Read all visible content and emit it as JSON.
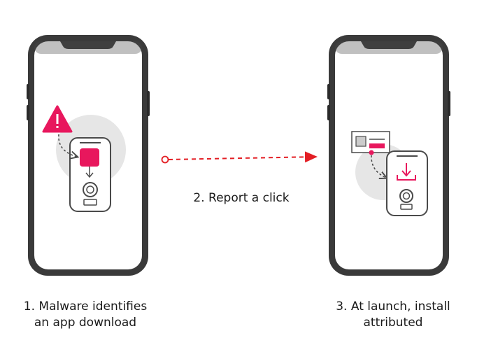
{
  "steps": [
    {
      "number": "1.",
      "line1": "1. Malware identifies",
      "line2": "an app download"
    },
    {
      "number": "2.",
      "line1": "2. Report a click"
    },
    {
      "number": "3.",
      "line1": "3. At launch, install",
      "line2": "attributed"
    }
  ],
  "colors": {
    "accent": "#e8175d",
    "arrow": "#e31e24",
    "phone_body": "#3a3a3a",
    "phone_screen": "#ffffff",
    "circle_bg": "#e6e6e6"
  },
  "icons": {
    "warning": "warning-triangle-icon",
    "download": "download-icon",
    "ad": "ad-banner-icon"
  }
}
